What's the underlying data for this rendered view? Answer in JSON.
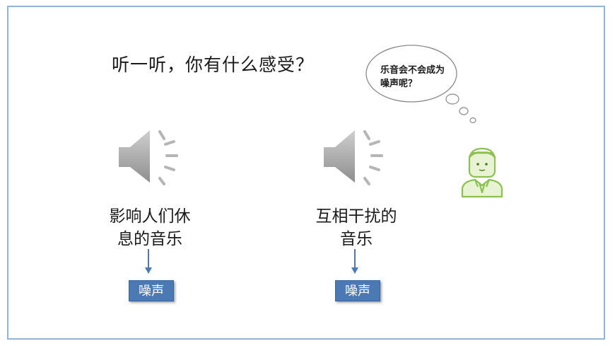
{
  "slide": {
    "question": "听一听，你有什么感受？",
    "thought": "乐音会不会成为噪声呢？",
    "items": [
      {
        "caption_line1": "影响人们休",
        "caption_line2": "息的音乐",
        "result": "噪声"
      },
      {
        "caption_line1": "互相干扰的",
        "caption_line2": "音乐",
        "result": "噪声"
      }
    ]
  },
  "colors": {
    "frame": "#8fb4de",
    "speaker": "#a8a8a8",
    "arrow": "#4b79b4",
    "box": "#4b79b4",
    "avatar": "#8cc152"
  },
  "icons": [
    "speaker-icon",
    "speaker-icon",
    "thought-bubble",
    "avatar-icon"
  ]
}
